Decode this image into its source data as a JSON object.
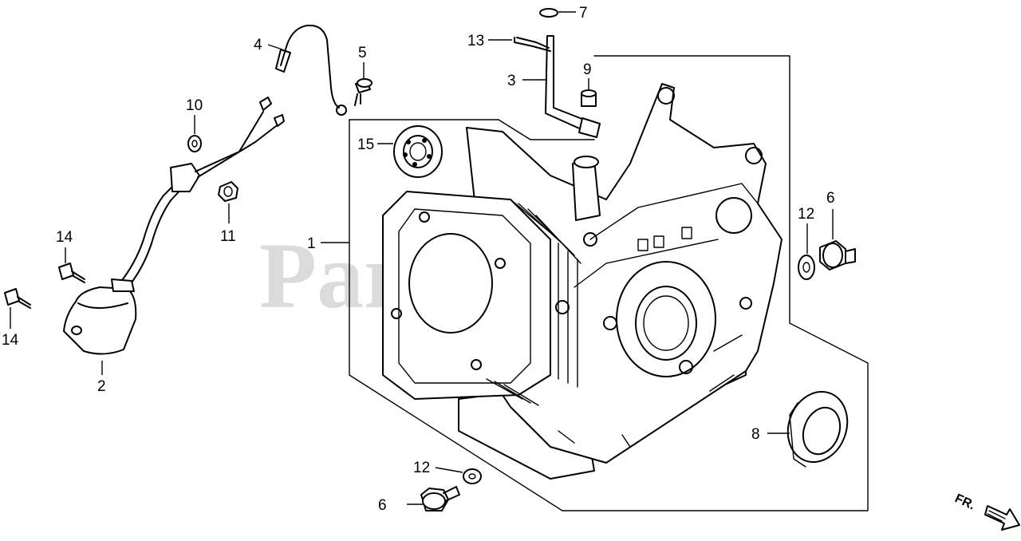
{
  "watermark": "PartsTree",
  "direction_label": "FR.",
  "callouts": {
    "c1": "1",
    "c2": "2",
    "c3": "3",
    "c4": "4",
    "c5": "5",
    "c6a": "6",
    "c6b": "6",
    "c7": "7",
    "c8": "8",
    "c9": "9",
    "c10": "10",
    "c11": "11",
    "c12a": "12",
    "c12b": "12",
    "c13": "13",
    "c14a": "14",
    "c14b": "14",
    "c15": "15"
  }
}
